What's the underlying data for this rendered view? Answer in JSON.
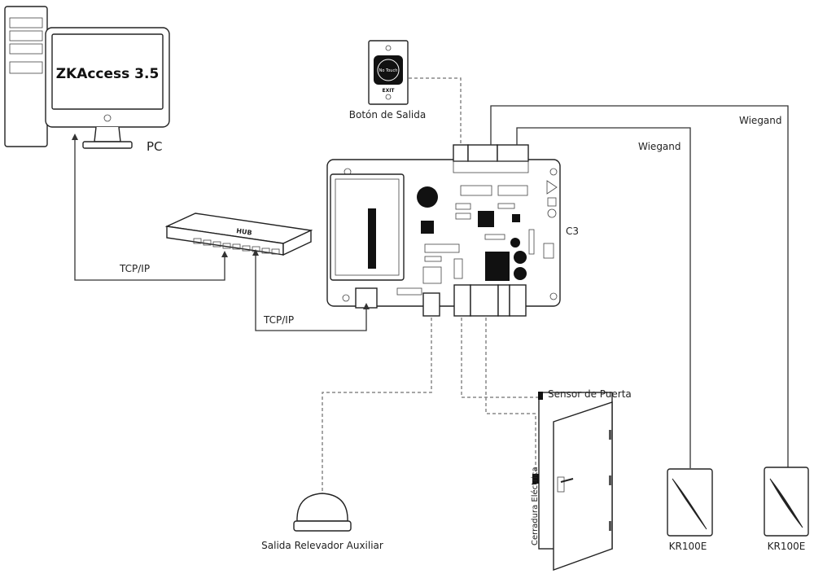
{
  "software": {
    "name": "ZKAccess 3.5"
  },
  "labels": {
    "pc": "PC",
    "tcp_ip_1": "TCP/IP",
    "tcp_ip_2": "TCP/IP",
    "exit_button": "Botón de Salida",
    "controller": "C3",
    "wiegand_1": "Wiegand",
    "wiegand_2": "Wiegand",
    "door_sensor": "Sensor de Puerta",
    "electric_lock": "Cerradura Eléctrica",
    "aux_relay": "Salida Relevador Auxiliar",
    "reader_1": "KR100E",
    "reader_2": "KR100E"
  },
  "hub": {
    "text": "HUB"
  },
  "exit_device": {
    "top_text": "No Touch",
    "bottom_text": "EXIT"
  }
}
